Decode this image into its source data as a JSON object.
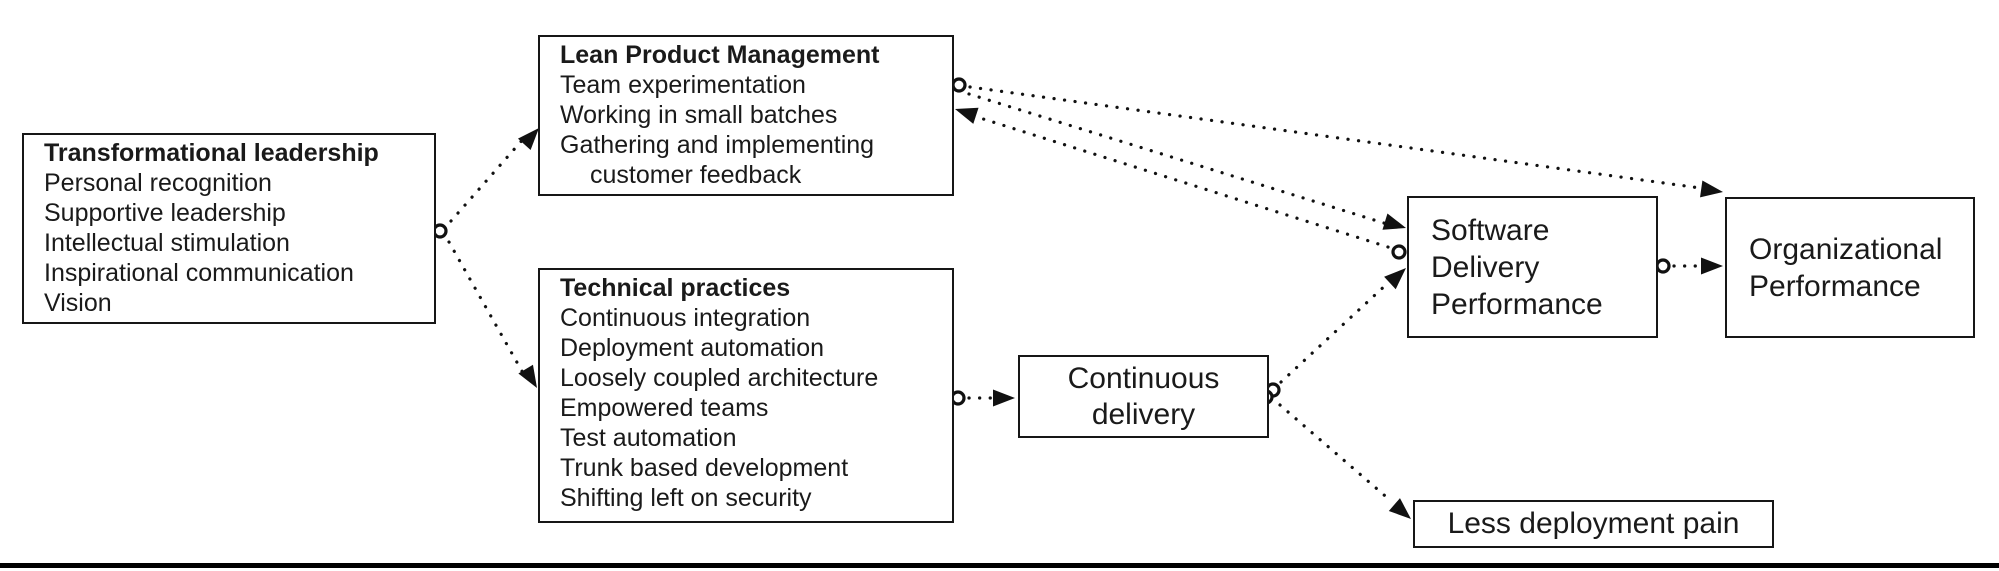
{
  "diagram": {
    "background_color": "#ffffff",
    "line_color": "#111111",
    "nodes": {
      "transformational_leadership": {
        "title": "Transformational leadership",
        "items": [
          "Personal recognition",
          "Supportive leadership",
          "Intellectual stimulation",
          "Inspirational communication",
          "Vision"
        ]
      },
      "lean_product_management": {
        "title": "Lean Product Management",
        "items": [
          "Team experimentation",
          "Working in small batches",
          "Gathering and implementing customer feedback"
        ]
      },
      "technical_practices": {
        "title": "Technical practices",
        "items": [
          "Continuous integration",
          "Deployment automation",
          "Loosely coupled architecture",
          "Empowered teams",
          "Test automation",
          "Trunk based development",
          "Shifting left on security"
        ]
      },
      "continuous_delivery": {
        "label": "Continuous delivery"
      },
      "software_delivery_performance": {
        "label": "Software Delivery Performance"
      },
      "organizational_performance": {
        "label": "Organizational Performance"
      },
      "less_deployment_pain": {
        "label": "Less deployment pain"
      }
    },
    "edges": [
      {
        "from": "transformational_leadership",
        "to": "lean_product_management"
      },
      {
        "from": "transformational_leadership",
        "to": "technical_practices"
      },
      {
        "from": "lean_product_management",
        "to": "organizational_performance"
      },
      {
        "from": "lean_product_management",
        "to": "software_delivery_performance"
      },
      {
        "from": "software_delivery_performance",
        "to": "lean_product_management"
      },
      {
        "from": "technical_practices",
        "to": "continuous_delivery"
      },
      {
        "from": "continuous_delivery",
        "to": "software_delivery_performance"
      },
      {
        "from": "continuous_delivery",
        "to": "less_deployment_pain"
      },
      {
        "from": "software_delivery_performance",
        "to": "organizational_performance"
      }
    ]
  }
}
